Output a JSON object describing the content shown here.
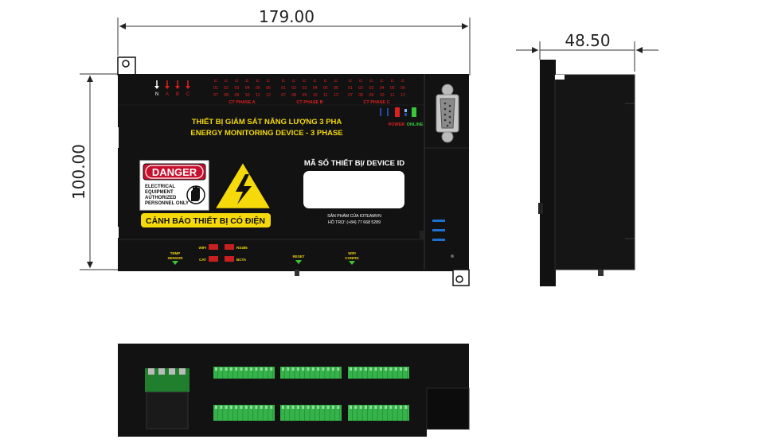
{
  "dimensions": {
    "width": "179.00",
    "height": "100.00",
    "depth": "48.50"
  },
  "device": {
    "title_vi": "THIẾT BỊ GIÁM SÁT NĂNG LƯỢNG 3 PHA",
    "title_en": "ENERGY MONITORING DEVICE - 3 PHASE",
    "device_id_label": "MÃ SỐ THIẾT BỊ/ DEVICE ID",
    "maker_line": "SẢN PHẨM CỦA IOTEAMVN",
    "support_line": "HỖ TRỢ: (+84) 77 668 5289",
    "warning_label": "CẢNH BÁO THIẾT BỊ CÓ ĐIỆN",
    "danger_title": "DANGER",
    "danger_lines": [
      "ELECTRICAL",
      "EQUIPMENT",
      "AUTHORIZED",
      "PERSONNEL ONLY"
    ],
    "power_label": "POWER",
    "online_label": "ONLINE",
    "reset_label": "RESET",
    "wifi_config_label": "WIFI\nCONFIG",
    "temp_sensor_label": "TEMP\nSENSOR",
    "switch_labels": [
      "WIFI",
      "RS485",
      "CAT",
      "BCTA"
    ],
    "phase_inputs": [
      "N",
      "A",
      "B",
      "C"
    ],
    "ct_groups": [
      {
        "label": "CT PHASE A",
        "top": [
          "01",
          "02",
          "03",
          "04",
          "05",
          "06"
        ],
        "bottom": [
          "07",
          "08",
          "09",
          "10",
          "11",
          "12"
        ]
      },
      {
        "label": "CT PHASE B",
        "top": [
          "01",
          "02",
          "03",
          "04",
          "05",
          "06"
        ],
        "bottom": [
          "07",
          "08",
          "09",
          "10",
          "11",
          "12"
        ]
      },
      {
        "label": "CT PHASE C",
        "top": [
          "01",
          "02",
          "03",
          "04",
          "05",
          "06"
        ],
        "bottom": [
          "07",
          "08",
          "09",
          "10",
          "11",
          "12"
        ]
      }
    ]
  },
  "colors": {
    "body": "#111111",
    "label_yellow": "#f5d90a",
    "led_red": "#e02020",
    "led_green": "#39c839",
    "terminal_green": "#35b34a"
  }
}
